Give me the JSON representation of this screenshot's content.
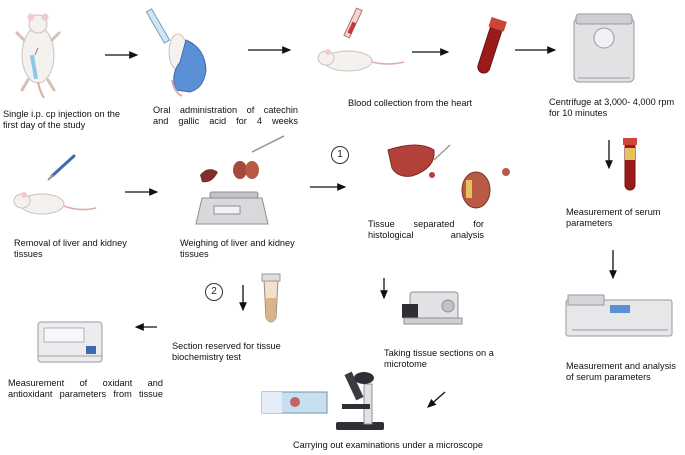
{
  "steps": {
    "injection": "Single i.p. cp injection on the\nfirst day of the study",
    "oral": "Oral administration of catechin\nand gallic acid for 4 weeks",
    "blood": "Blood collection from the heart",
    "centrifuge": "Centrifuge at 3,000- 4,000 rpm\nfor 10 minutes",
    "removal": "Removal of liver and kidney\ntissues",
    "weighing": "Weighing of liver and kidney\ntissues",
    "separated": "Tissue separated for\nhistological analysis",
    "serum": "Measurement of serum\nparameters",
    "reserved": "Section reserved for tissue\nbiochemistry test",
    "microtome": "Taking tissue sections on a\nmicrotome",
    "analysis": "Measurement and analysis\nof serum parameters",
    "oxidant": "Measurement of oxidant and\nantioxidant parameters from tissue",
    "microscope": "Carrying out examinations under a microscope"
  },
  "markers": {
    "one": "1",
    "two": "2"
  },
  "colors": {
    "arrow": "#111111",
    "liver": "#b3413a",
    "blood": "#9b1b1b",
    "glove": "#5b8fd6",
    "device": "#d9d9dc"
  }
}
